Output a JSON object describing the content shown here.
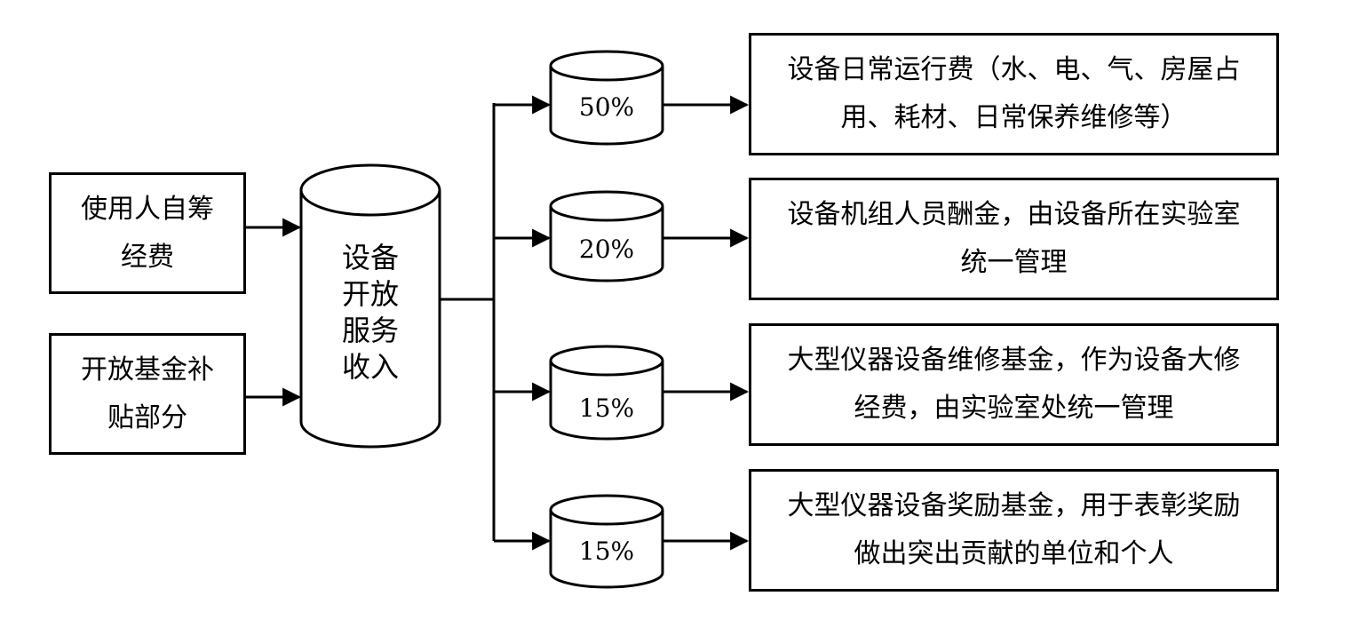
{
  "sources": [
    {
      "lines": [
        "使用人自筹",
        "经费"
      ]
    },
    {
      "lines": [
        "开放基金补",
        "贴部分"
      ]
    }
  ],
  "center": {
    "lines": [
      "设备",
      "开放",
      "服务",
      "收入"
    ]
  },
  "allocations": [
    {
      "percent": "50%",
      "lines": [
        "设备日常运行费（水、电、气、房屋占",
        "用、耗材、日常保养维修等）"
      ]
    },
    {
      "percent": "20%",
      "lines": [
        "设备机组人员酬金，由设备所在实验室",
        "统一管理"
      ]
    },
    {
      "percent": "15%",
      "lines": [
        "大型仪器设备维修基金，作为设备大修",
        "经费，由实验室处统一管理"
      ]
    },
    {
      "percent": "15%",
      "lines": [
        "大型仪器设备奖励基金，用于表彰奖励",
        "做出突出贡献的单位和个人"
      ]
    }
  ]
}
